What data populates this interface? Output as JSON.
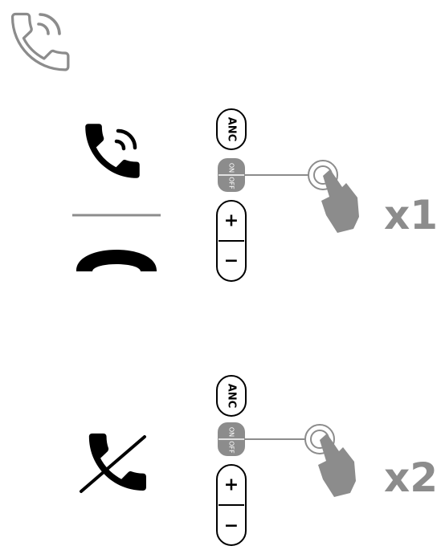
{
  "colors": {
    "icon": "#000000",
    "accent": "#8c8c8c",
    "background": "#ffffff"
  },
  "icons": {
    "header": "phone-call-outline-icon",
    "answer": "phone-ringing-icon",
    "hangup": "hang-up-icon",
    "reject": "phone-rejected-icon",
    "hand": "tap-hand-icon"
  },
  "panel_top": {
    "anc_label": "ANC",
    "switch_on": "ON",
    "switch_off": "OFF",
    "vol_plus": "+",
    "vol_minus": "−",
    "tap_count": "x1"
  },
  "panel_bottom": {
    "anc_label": "ANC",
    "switch_on": "ON",
    "switch_off": "OFF",
    "vol_plus": "+",
    "vol_minus": "−",
    "tap_count": "x2"
  }
}
